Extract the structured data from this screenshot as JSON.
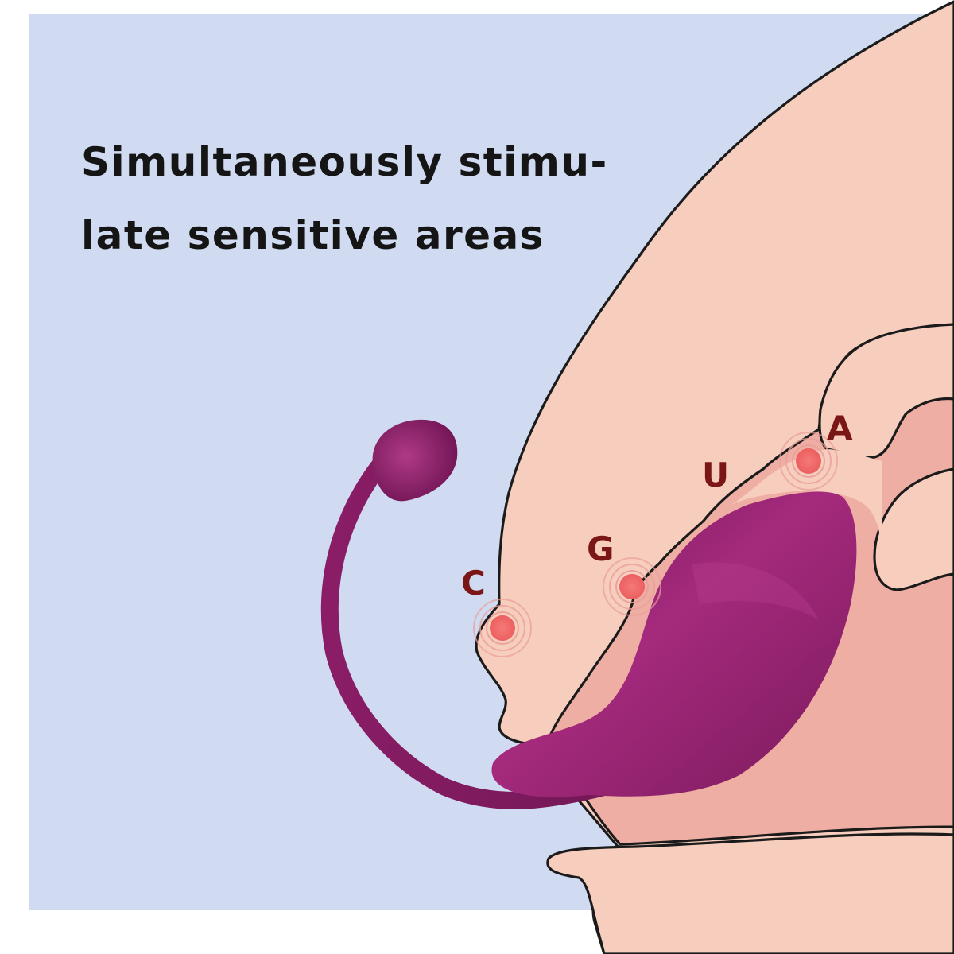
{
  "headline": {
    "line1": "Simultaneously stimu-",
    "line2": "late sensitive areas"
  },
  "zones": [
    {
      "label": "C"
    },
    {
      "label": "G"
    },
    {
      "label": "U"
    },
    {
      "label": "A"
    }
  ],
  "colors": {
    "background_panel": "#d0dbf2",
    "skin": "#f7cdbd",
    "inner_tissue": "#efaea3",
    "outline": "#1b1b1b",
    "device": "#8c1e66",
    "hotspot": "#ef6a6a",
    "zone_label": "#7a1616"
  }
}
